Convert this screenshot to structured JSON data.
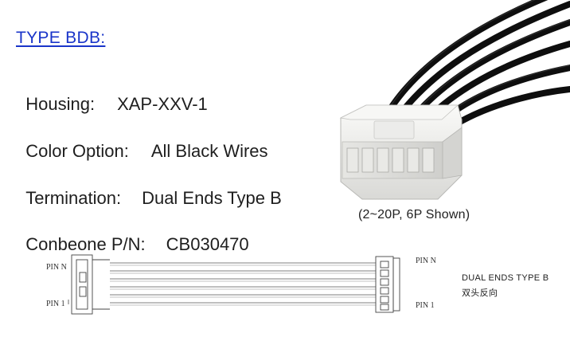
{
  "title": "TYPE BDB:",
  "specs": [
    {
      "label": "Housing:",
      "value": "XAP-XXV-1"
    },
    {
      "label": "Color Option:",
      "value": "All Black Wires"
    },
    {
      "label": "Termination:",
      "value": "Dual Ends Type B"
    },
    {
      "label": "Conbeone P/N:",
      "value": "CB030470"
    }
  ],
  "photo": {
    "caption": "(2~20P, 6P Shown)",
    "wire_color": "#111111",
    "housing_color": "#f2f2f0"
  },
  "drawing": {
    "left_pin_top": "PIN N",
    "left_pin_bottom": "PIN 1",
    "right_pin_top": "PIN N",
    "right_pin_bottom": "PIN 1",
    "title_line1": "DUAL ENDS TYPE B",
    "title_line2": "双头反向"
  }
}
